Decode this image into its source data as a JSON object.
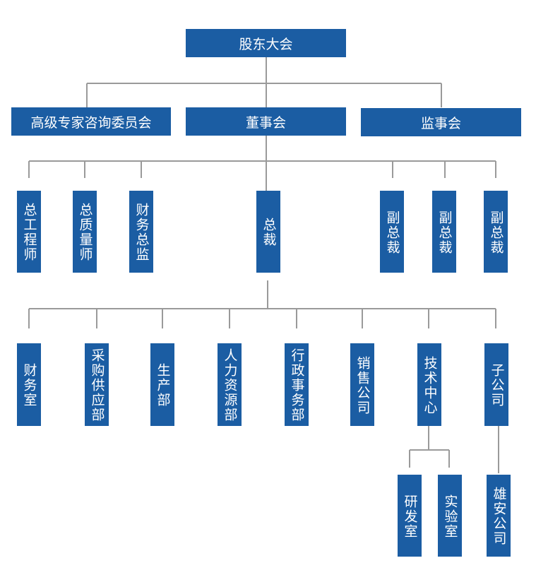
{
  "chart": {
    "top": "股东大会",
    "level2": {
      "left": "高级专家咨询委员会",
      "center": "董事会",
      "right": "监事会"
    },
    "level3": {
      "chief_engineer": "总工程师",
      "chief_quality": "总质量师",
      "cfo": "财务总监",
      "president": "总裁",
      "vp1": "副总裁",
      "vp2": "副总裁",
      "vp3": "副总裁"
    },
    "departments": {
      "finance": "财务室",
      "procurement": "采购供应部",
      "production": "生产部",
      "hr": "人力资源部",
      "admin": "行政事务部",
      "sales": "销售公司",
      "tech_center": "技术中心",
      "subsidiary": "子公司"
    },
    "sub_units": {
      "rd": "研发室",
      "lab": "实验室",
      "xiongan": "雄安公司"
    }
  },
  "colors": {
    "box": "#1b5da3",
    "line": "#9a9a9a",
    "text": "#ffffff"
  }
}
